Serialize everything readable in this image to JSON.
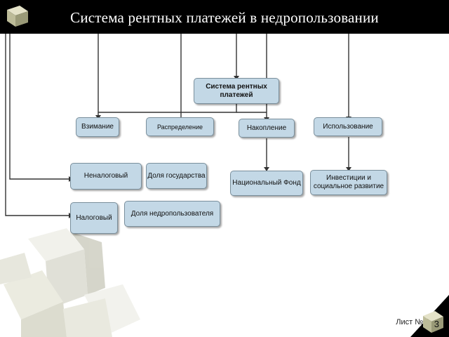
{
  "slide": {
    "title": "Система рентных платежей в недропользовании",
    "footer_label": "Лист №",
    "page_number": "3"
  },
  "diagram": {
    "root": "Система рентных платежей",
    "categories": {
      "collection": "Взимание",
      "distribution": "Распределение",
      "accumulation": "Накопление",
      "usage": "Использование"
    },
    "collection_items": {
      "non_tax": "Неналоговый",
      "tax": "Налоговый"
    },
    "distribution_items": {
      "state_share": "Доля государства",
      "user_share": "Доля недропользователя"
    },
    "accumulation_items": {
      "national_fund": "Национальный Фонд"
    },
    "usage_items": {
      "investments": "Инвестиции и социальное развитие"
    }
  },
  "colors": {
    "header": "#000000",
    "box_fill": "#c3d8e6",
    "box_border": "#7a8f9c",
    "line": "#333333"
  }
}
